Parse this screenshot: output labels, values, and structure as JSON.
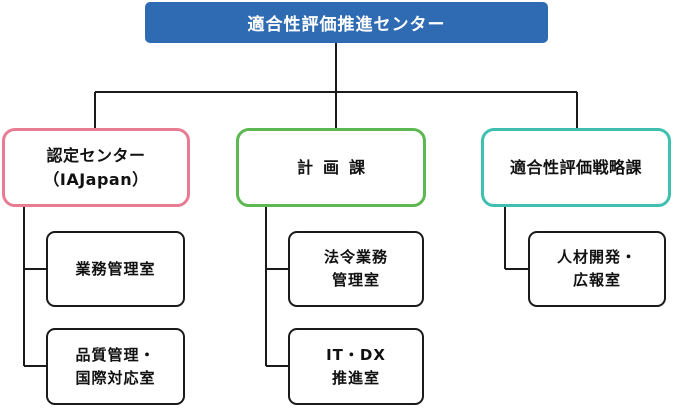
{
  "root": {
    "label": "適合性評価推進センター"
  },
  "departments": [
    {
      "label": "認定センター\n（IAJapan）",
      "color": "#e87c92",
      "offices": [
        {
          "label": "業務管理室"
        },
        {
          "label": "品質管理・\n国際対応室"
        }
      ]
    },
    {
      "label": "計画課",
      "color": "#5cb850",
      "offices": [
        {
          "label": "法令業務\n管理室"
        },
        {
          "label": "IT・DX\n推進室"
        }
      ]
    },
    {
      "label": "適合性評価戦略課",
      "color": "#3fbfae",
      "offices": [
        {
          "label": "人材開発・\n広報室"
        }
      ]
    }
  ],
  "colors": {
    "root_fill": "#2f6bb2",
    "connector": "#1a1a1a"
  }
}
